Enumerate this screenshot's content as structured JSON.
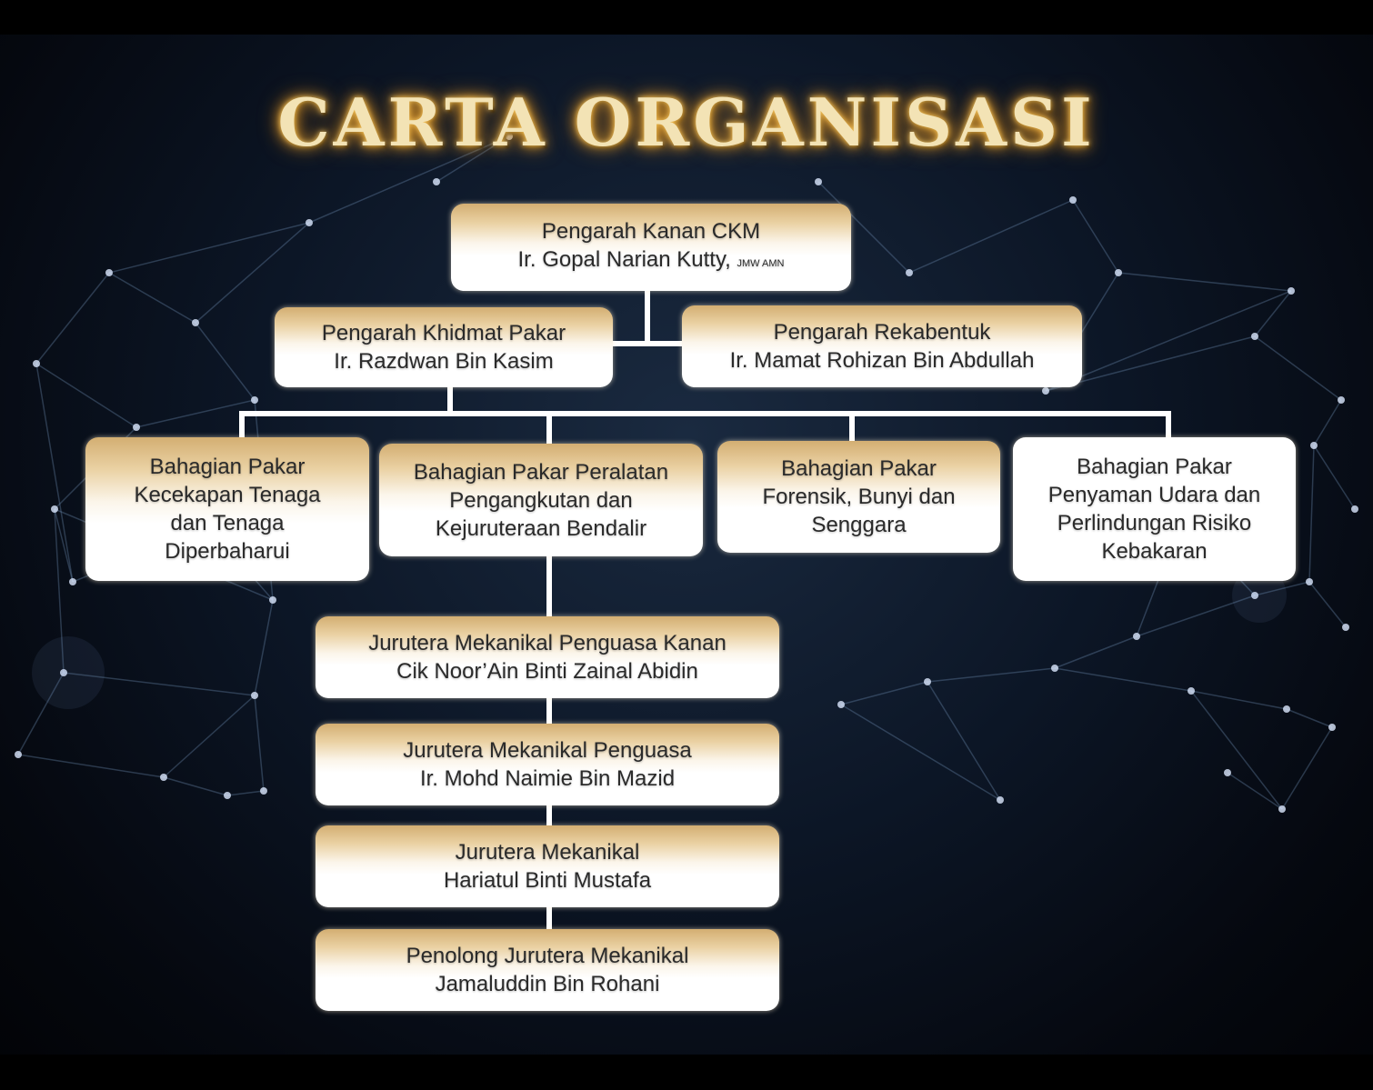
{
  "title": "CARTA ORGANISASI",
  "colors": {
    "title_glow": "#e9a431",
    "box_gold": "#d3ae72",
    "box_white": "#ffffff",
    "connector": "#ffffff",
    "background": "#0c1626"
  },
  "nodes": {
    "director": {
      "role": "Pengarah Kanan CKM",
      "name": "Ir. Gopal Narian Kutty,",
      "honours": "JMW AMN"
    },
    "khidmat_pakar": {
      "role": "Pengarah Khidmat Pakar",
      "name": "Ir. Razdwan Bin Kasim"
    },
    "rekabentuk": {
      "role": "Pengarah Rekabentuk",
      "name": "Ir. Mamat Rohizan Bin Abdullah"
    },
    "divisions": [
      {
        "lines": [
          "Bahagian Pakar",
          "Kecekapan Tenaga",
          "dan Tenaga",
          "Diperbaharui"
        ]
      },
      {
        "lines": [
          "Bahagian Pakar Peralatan",
          "Pengangkutan dan",
          "Kejuruteraan Bendalir"
        ]
      },
      {
        "lines": [
          "Bahagian Pakar",
          "Forensik, Bunyi dan",
          "Senggara"
        ]
      },
      {
        "lines": [
          "Bahagian Pakar",
          "Penyaman Udara dan",
          "Perlindungan Risiko",
          "Kebakaran"
        ]
      }
    ],
    "staff": [
      {
        "role": "Jurutera Mekanikal Penguasa Kanan",
        "name": "Cik Noor’Ain Binti Zainal Abidin"
      },
      {
        "role": "Jurutera Mekanikal Penguasa",
        "name": "Ir. Mohd Naimie Bin Mazid"
      },
      {
        "role": "Jurutera Mekanikal",
        "name": "Hariatul Binti Mustafa"
      },
      {
        "role": "Penolong Jurutera Mekanikal",
        "name": "Jamaluddin Bin Rohani"
      }
    ]
  }
}
